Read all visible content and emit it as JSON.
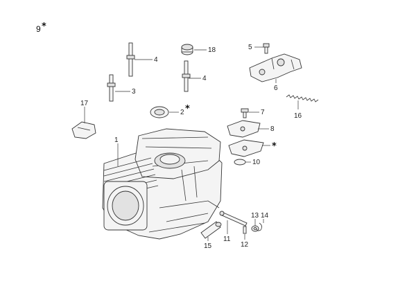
{
  "diagram": {
    "header_number": "9",
    "header_star": "*",
    "callouts": [
      {
        "id": "1",
        "label": "1"
      },
      {
        "id": "2",
        "label": "2",
        "star": "*"
      },
      {
        "id": "3",
        "label": "3"
      },
      {
        "id": "4a",
        "label": "4"
      },
      {
        "id": "4b",
        "label": "4"
      },
      {
        "id": "5",
        "label": "5"
      },
      {
        "id": "6",
        "label": "6"
      },
      {
        "id": "7",
        "label": "7"
      },
      {
        "id": "8",
        "label": "8"
      },
      {
        "id": "9",
        "label": "",
        "star": "*"
      },
      {
        "id": "10",
        "label": "10"
      },
      {
        "id": "11",
        "label": "11"
      },
      {
        "id": "12",
        "label": "12"
      },
      {
        "id": "13",
        "label": "13"
      },
      {
        "id": "14",
        "label": "14"
      },
      {
        "id": "15",
        "label": "15"
      },
      {
        "id": "16",
        "label": "16"
      },
      {
        "id": "17",
        "label": "17"
      },
      {
        "id": "18",
        "label": "18"
      }
    ]
  }
}
